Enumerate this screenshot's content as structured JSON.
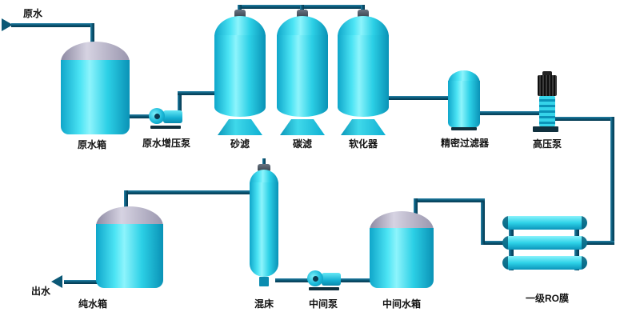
{
  "diagram": {
    "type": "water-treatment-process-flow",
    "flow_labels": {
      "inlet": "原水",
      "outlet": "出水"
    },
    "equipment": {
      "raw_water_tank": "原水箱",
      "booster_pump": "原水增压泵",
      "sand_filter": "砂滤",
      "carbon_filter": "碳滤",
      "softener": "软化器",
      "precision_filter": "精密过滤器",
      "high_pressure_pump": "高压泵",
      "ro_membrane": "一级RO膜",
      "intermediate_tank": "中间水箱",
      "intermediate_pump": "中间泵",
      "mixed_bed": "混床",
      "pure_water_tank": "纯水箱"
    },
    "colors": {
      "pipe": "#0b5876",
      "equipment_cyan": "#2fd4e8",
      "equipment_cyan_dark": "#0a92b6",
      "tank_dome_gray": "#a5a2b8",
      "pump_motor_black": "#1c1c1c",
      "label_text": "#111111",
      "background": "#ffffff"
    }
  }
}
